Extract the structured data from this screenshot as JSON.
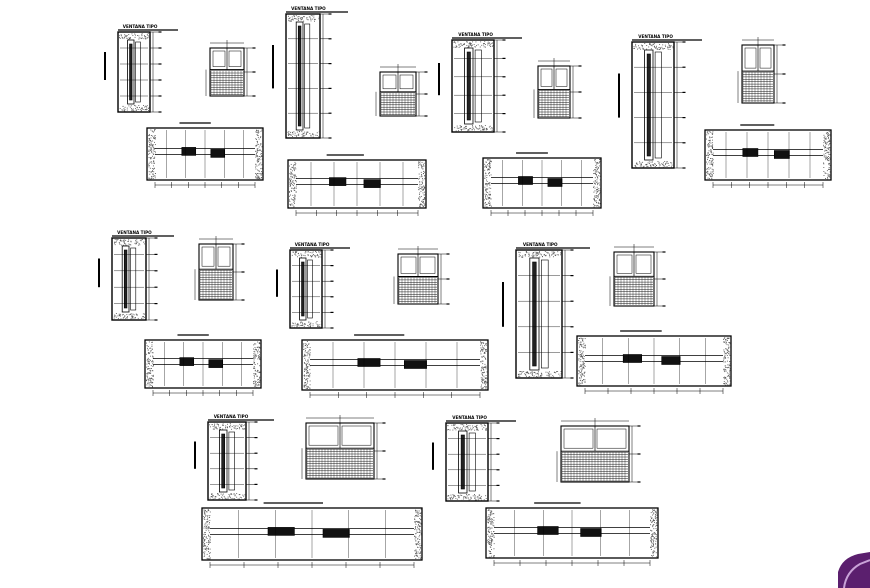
{
  "sheet": {
    "background": "#ffffff",
    "ink": "#000000",
    "hatch": "#555555",
    "title_label": "VENTANA TIPO",
    "detail_groups": [
      {
        "id": "g1",
        "label": "VENTANA TIPO"
      },
      {
        "id": "g2",
        "label": "VENTANA TIPO"
      },
      {
        "id": "g3",
        "label": "VENTANA TIPO"
      },
      {
        "id": "g4",
        "label": "VENTANA TIPO"
      },
      {
        "id": "g5",
        "label": "VENTANA TIPO"
      },
      {
        "id": "g6",
        "label": "VENTANA TIPO"
      },
      {
        "id": "g7",
        "label": "VENTANA TIPO"
      },
      {
        "id": "g8",
        "label": "VENTANA TIPO"
      },
      {
        "id": "g9",
        "label": "VENTANA TIPO"
      }
    ]
  },
  "corner_logo": {
    "icon": "app-logo-icon",
    "color": "#5b1f6e"
  }
}
